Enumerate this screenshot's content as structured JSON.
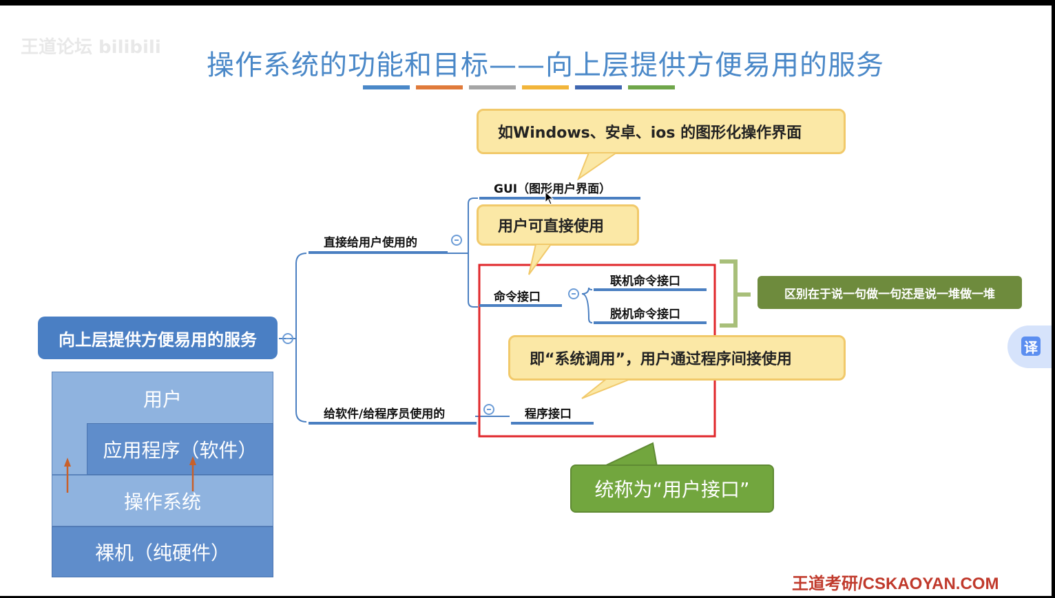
{
  "watermark": "王道论坛 bilibili",
  "title": "操作系统的功能和目标——向上层提供方便易用的服务",
  "title_bar_colors": [
    "#4a88c8",
    "#e07a3a",
    "#a5a5a5",
    "#f2b53a",
    "#3f66b0",
    "#6fa64a"
  ],
  "root": "向上层提供方便易用的服务",
  "branches": {
    "direct": "直接给用户使用的",
    "program": "给软件/给程序员使用的"
  },
  "nodes": {
    "gui": "GUI（图形用户界面）",
    "cmd": "命令接口",
    "online": "联机命令接口",
    "offline": "脱机命令接口",
    "program_interface": "程序接口"
  },
  "callouts": {
    "gui_note": "如Windows、安卓、ios 的图形化操作界面",
    "direct_note": "用户可直接使用",
    "syscall_note": "即“系统调用”，用户通过程序间接使用"
  },
  "difference_note": "区别在于说一句做一句还是说一堆做一堆",
  "summary": "统称为“用户接口”",
  "layers": {
    "user": "用户",
    "app": "应用程序（软件）",
    "os": "操作系统",
    "hardware": "裸机（纯硬件）"
  },
  "footer": "王道考研/CSKAOYAN.COM",
  "translate_button": "译",
  "colors": {
    "highlight_box": "#e0262a",
    "branch_line": "#4a7fc1",
    "arrow": "#c8602a"
  }
}
